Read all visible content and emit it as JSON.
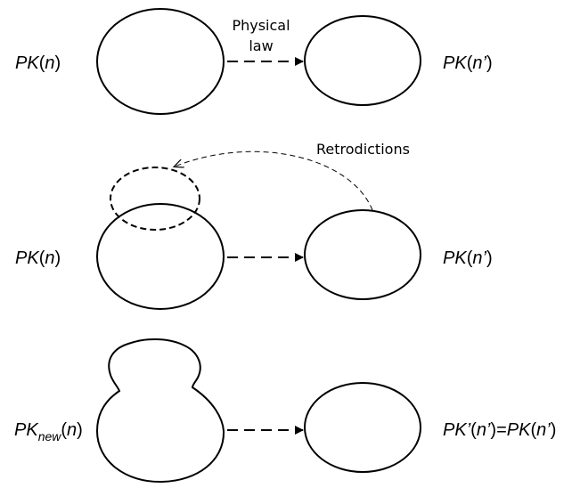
{
  "rows": [
    {
      "left_label": {
        "base": "PK",
        "sub": "",
        "open": "(",
        "arg": "n",
        "close": ")"
      },
      "right_label": {
        "base": "PK",
        "prime": "",
        "open": "(",
        "arg": "n’",
        "close": ")",
        "eq": "",
        "rhs_base": "",
        "rhs_open": "",
        "rhs_arg": "",
        "rhs_close": ""
      },
      "arrow_label_line1": "Physical",
      "arrow_label_line2": "law"
    },
    {
      "left_label": {
        "base": "PK",
        "sub": "",
        "open": "(",
        "arg": "n",
        "close": ")"
      },
      "right_label": {
        "base": "PK",
        "prime": "",
        "open": "(",
        "arg": "n’",
        "close": ")",
        "eq": "",
        "rhs_base": "",
        "rhs_open": "",
        "rhs_arg": "",
        "rhs_close": ""
      },
      "retro_label": "Retrodictions"
    },
    {
      "left_label": {
        "base": "PK",
        "sub": "new",
        "open": "(",
        "arg": "n",
        "close": ")"
      },
      "right_label": {
        "base": "PK",
        "prime": "’",
        "open": "(",
        "arg": "n’",
        "close": ")",
        "eq": "=",
        "rhs_base": "PK",
        "rhs_open": "(",
        "rhs_arg": "n’",
        "rhs_close": ")"
      }
    }
  ]
}
